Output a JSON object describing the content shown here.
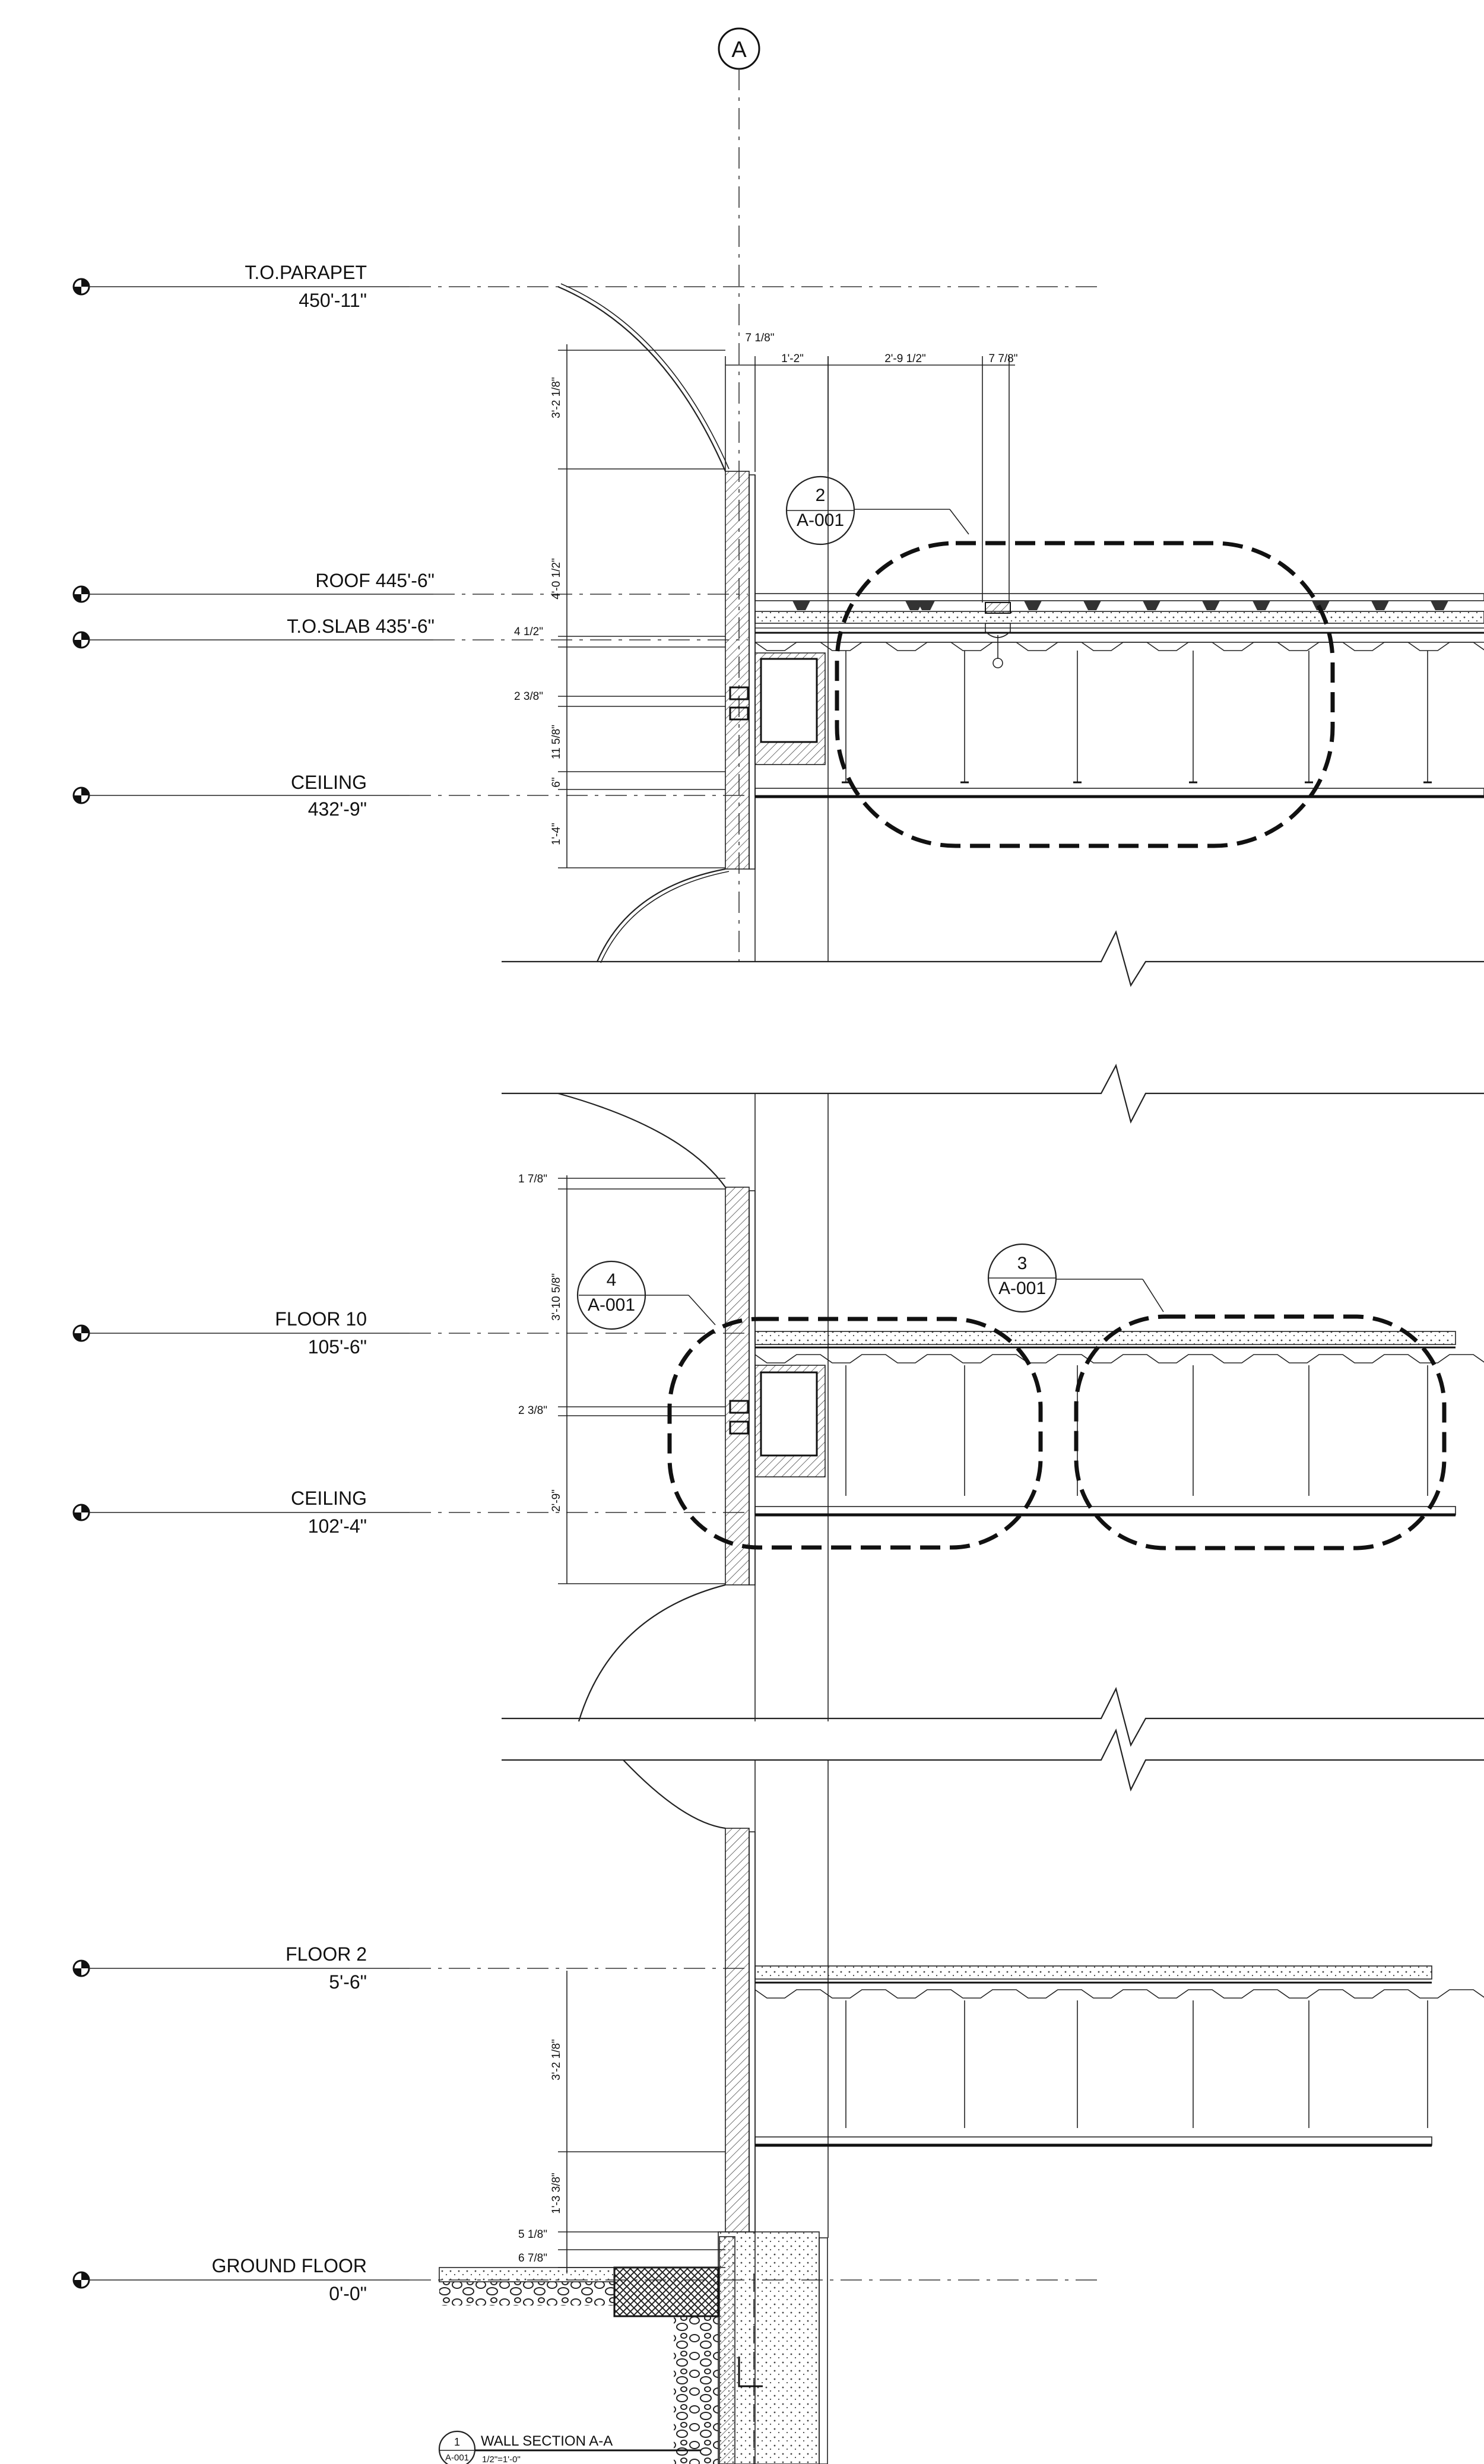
{
  "grid": {
    "label": "A"
  },
  "levels": [
    {
      "name": "T.O.PARAPET",
      "elev": "450'-11\""
    },
    {
      "name": "ROOF 445'-6\"",
      "elev": ""
    },
    {
      "name": "T.O.SLAB 435'-6\"",
      "elev": ""
    },
    {
      "name": "CEILING",
      "elev": "432'-9\""
    },
    {
      "name": "FLOOR 10",
      "elev": "105'-6\""
    },
    {
      "name": "CEILING",
      "elev": "102'-4\""
    },
    {
      "name": "FLOOR 2",
      "elev": "5'-6\""
    },
    {
      "name": "GROUND FLOOR",
      "elev": "0'-0\""
    }
  ],
  "dimensions": {
    "top": [
      "7 1/8\"",
      "1'-2\"",
      "2'-9 1/2\"",
      "7 7/8\""
    ],
    "vertical": [
      "3'-2 1/8\"",
      "4'-0 1/2\"",
      "4 1/2\"",
      "2 3/8\"",
      "11 5/8\"",
      "6\"",
      "1'-4\"",
      "1 7/8\"",
      "3'-10 5/8\"",
      "2 3/8\"",
      "2'-9\"",
      "3'-2 1/8\"",
      "1'-3 3/8\"",
      "5 1/8\"",
      "6 7/8\""
    ]
  },
  "callouts": [
    {
      "number": "2",
      "sheet": "A-001"
    },
    {
      "number": "4",
      "sheet": "A-001"
    },
    {
      "number": "3",
      "sheet": "A-001"
    }
  ],
  "title": {
    "number": "1",
    "sheet": "A-001",
    "name": "WALL SECTION A-A",
    "scale": "1/2\"=1'-0\""
  }
}
